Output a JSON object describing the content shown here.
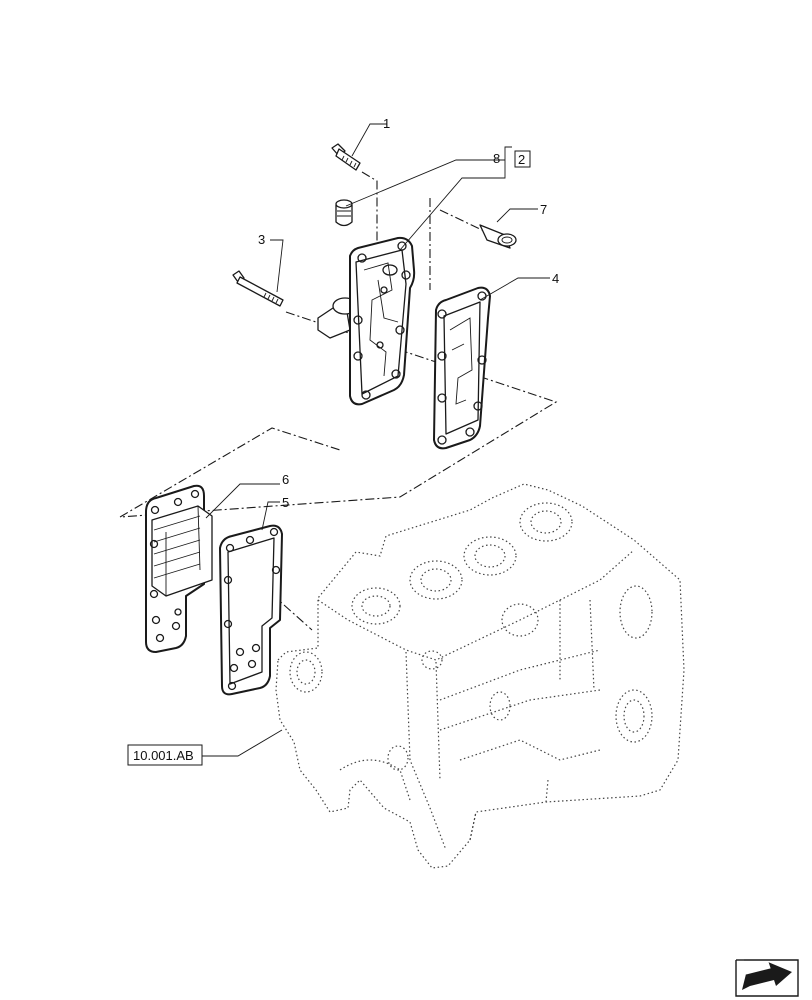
{
  "callouts": {
    "c1": "1",
    "c2": "2",
    "c3": "3",
    "c4": "4",
    "c5": "5",
    "c6": "6",
    "c7": "7",
    "c8": "8"
  },
  "reference": {
    "label": "10.001.AB"
  },
  "nav": {
    "icon": "next-page-arrow-icon"
  }
}
